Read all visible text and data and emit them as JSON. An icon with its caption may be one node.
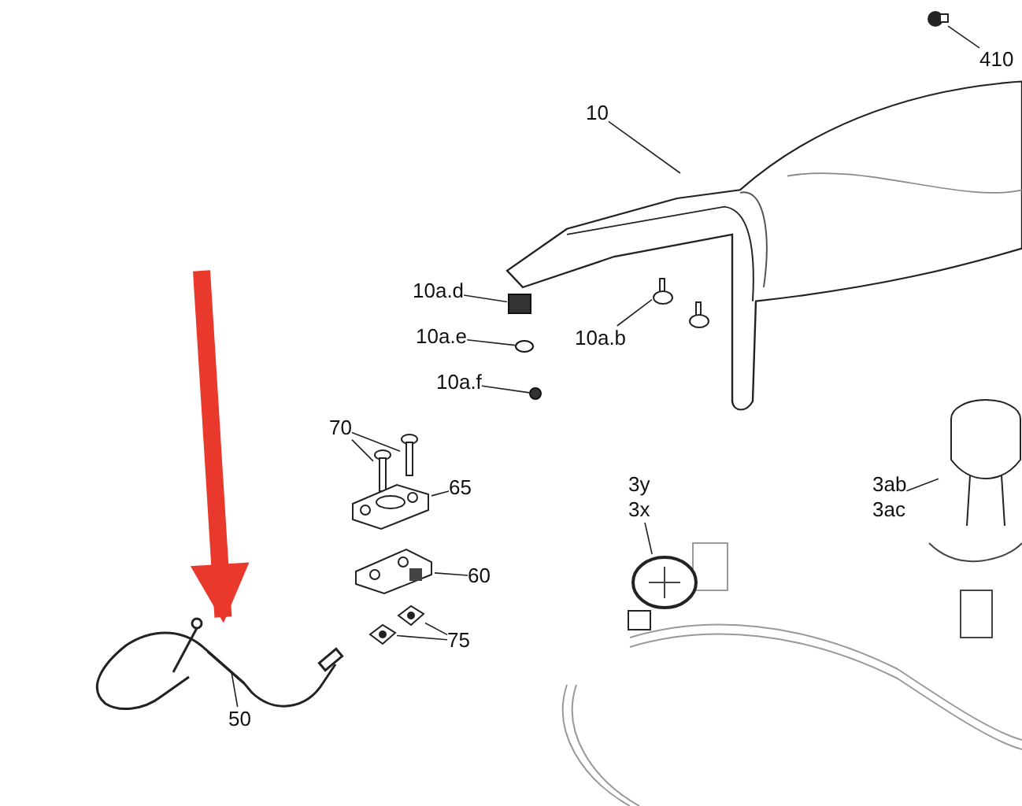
{
  "diagram": {
    "nodes": [
      {
        "text": [
          "410"
        ]
      },
      {
        "text": [],
        "shape": "bolt"
      },
      {
        "text": [
          "10"
        ]
      },
      {
        "text": [],
        "shape": "picture"
      },
      {
        "text": [
          "10a.d"
        ]
      },
      {
        "text": [],
        "shape": "box"
      },
      {
        "text": [
          "10a.e"
        ]
      },
      {
        "text": [],
        "shape": "circle"
      },
      {
        "text": [
          "10a.f"
        ]
      },
      {
        "text": [],
        "shape": "circle"
      },
      {
        "text": [
          "10a.b"
        ]
      },
      {
        "text": [],
        "shape": "screw"
      },
      {
        "text": [
          "70"
        ]
      },
      {
        "text": [],
        "shape": "picture"
      },
      {
        "text": [],
        "shape": "picture"
      },
      {
        "text": [
          "65"
        ]
      },
      {
        "text": [],
        "shape": "picture"
      },
      {
        "text": [
          "60"
        ]
      },
      {
        "text": [],
        "shape": "picture"
      },
      {
        "text": [
          "75"
        ]
      },
      {
        "text": [],
        "shape": "picture"
      },
      {
        "text": [],
        "shape": "picture"
      },
      {
        "text": [
          "50"
        ]
      },
      {
        "text": [],
        "shape": "picture"
      },
      {
        "text": [
          "3y",
          "3x"
        ]
      },
      {
        "text": [],
        "shape": "picture"
      },
      {
        "text": [
          "3ab",
          "3ac"
        ]
      },
      {
        "text": [],
        "shape": "picture"
      }
    ],
    "edges": [
      {
        "from": 0,
        "to": 1,
        "arrow": "none"
      },
      {
        "from": 2,
        "to": 3,
        "arrow": "none"
      },
      {
        "from": 4,
        "to": 5,
        "arrow": "none"
      },
      {
        "from": 6,
        "to": 7,
        "arrow": "none"
      },
      {
        "from": 8,
        "to": 9,
        "arrow": "none"
      },
      {
        "from": 10,
        "to": 11,
        "arrow": "none"
      },
      {
        "from": 12,
        "to": 13,
        "arrow": "none"
      },
      {
        "from": 12,
        "to": 14,
        "arrow": "none"
      },
      {
        "from": 15,
        "to": 16,
        "arrow": "none"
      },
      {
        "from": 17,
        "to": 18,
        "arrow": "none"
      },
      {
        "from": 19,
        "to": 20,
        "arrow": "none"
      },
      {
        "from": 19,
        "to": 21,
        "arrow": "none"
      },
      {
        "from": 22,
        "to": 23,
        "arrow": "none"
      },
      {
        "from": 24,
        "to": 25,
        "arrow": "none"
      },
      {
        "from": 26,
        "to": 27,
        "arrow": "none"
      },
      {
        "from": null,
        "to": 23,
        "arrow": "to",
        "style": "thick",
        "color": "#e8392c"
      }
    ]
  }
}
